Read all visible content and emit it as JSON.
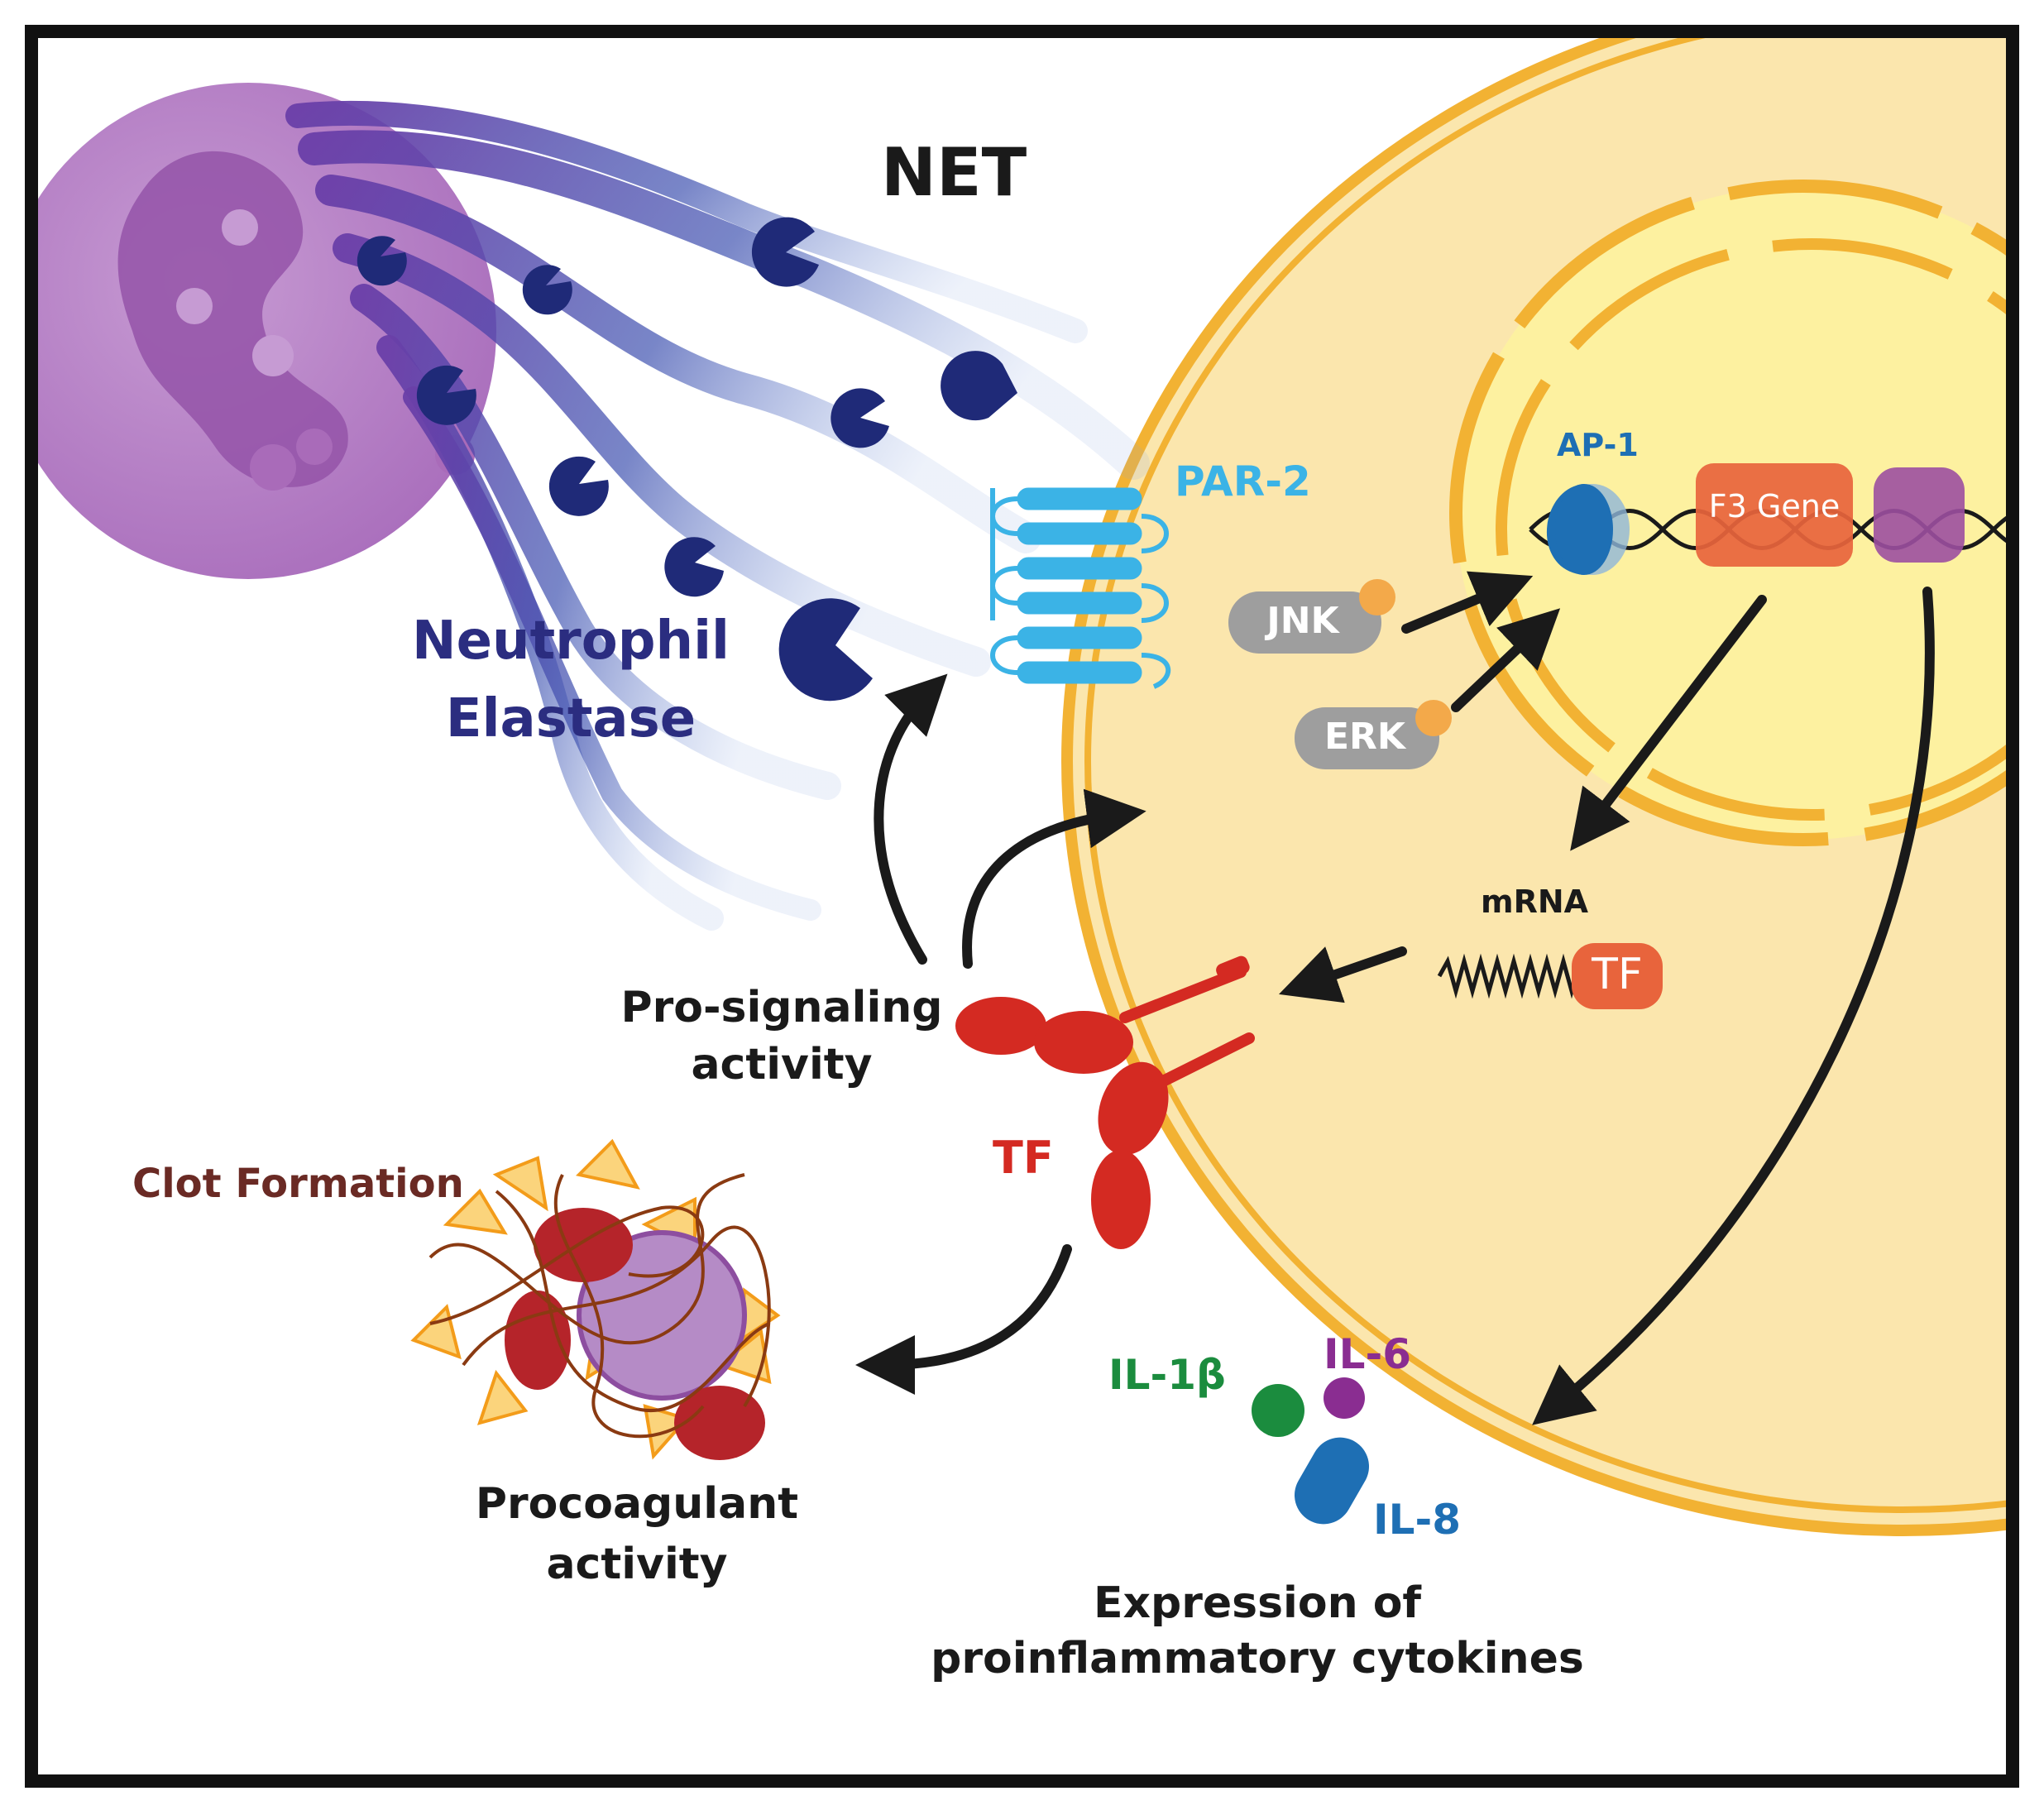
{
  "labels": {
    "net": "NET",
    "neutrophil_elastase_line1": "Neutrophil",
    "neutrophil_elastase_line2": "Elastase",
    "par2": "PAR-2",
    "ap1": "AP-1",
    "f3_gene": "F3 Gene",
    "jnk": "JNK",
    "erk": "ERK",
    "mrna": "mRNA",
    "tf_box": "TF",
    "pro_signaling_line1": "Pro-signaling",
    "pro_signaling_line2": "activity",
    "tf": "TF",
    "clot_formation": "Clot Formation",
    "procoagulant_line1": "Procoagulant",
    "procoagulant_line2": "activity",
    "il1b": "IL-1β",
    "il6": "IL-6",
    "il8": "IL-8",
    "cytokines_line1": "Expression of",
    "cytokines_line2": "proinflammatory cytokines"
  },
  "colors": {
    "neutrophil": "#b77cc4",
    "net_strands": "#5b54b0",
    "elastase": "#1f2a78",
    "cell": "#fbe6ad",
    "cell_membrane": "#f2b233",
    "nucleus": "#fdf1a0",
    "par2": "#3bb3e6",
    "ap1": "#1e6fb4",
    "f3_gene": "#e8643c",
    "kinase": "#9e9e9e",
    "phosphate": "#f3a94a",
    "tf": "#d42a22",
    "clot_label": "#6a2a24",
    "il1b": "#1b8c3e",
    "il6": "#8a2d91",
    "il8": "#1e6fb4"
  }
}
